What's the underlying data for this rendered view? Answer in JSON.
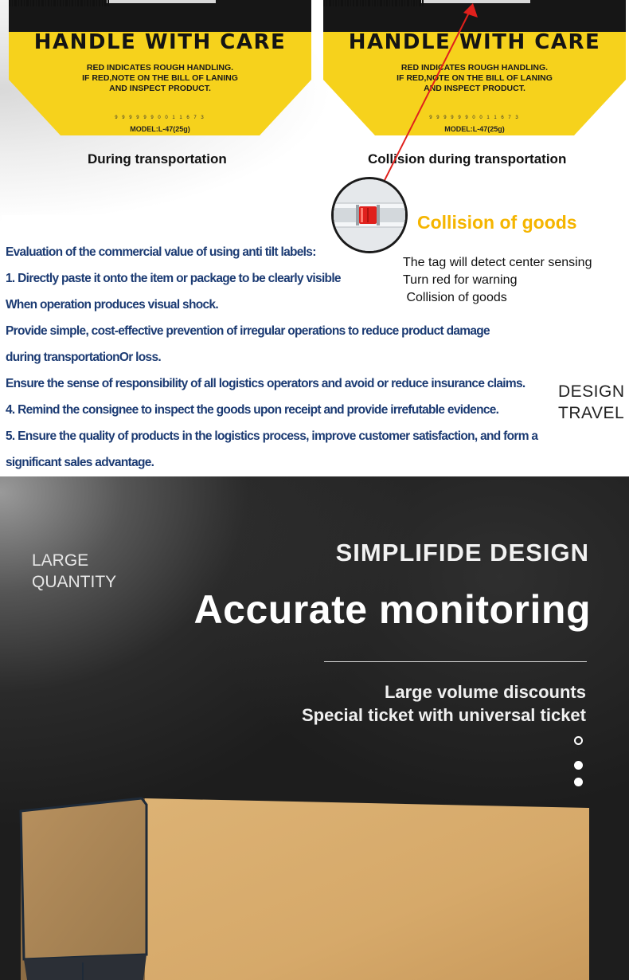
{
  "top": {
    "cards": [
      {
        "title": "HANDLE WITH CARE",
        "lines": [
          "RED INDICATES ROUGH HANDLING.",
          "IF RED,NOTE ON THE BILL OF LANING",
          "AND INSPECT PRODUCT."
        ],
        "barcode_number": "9 9 9 9 9 9 0 0 1 1 6 7 3",
        "model": "MODEL:L-47(25g)",
        "caption": "During transportation"
      },
      {
        "title": "HANDLE WITH CARE",
        "lines": [
          "RED INDICATES ROUGH HANDLING.",
          "IF RED,NOTE ON THE BILL OF LANING",
          "AND INSPECT PRODUCT."
        ],
        "barcode_number": "9 9 9 9 9 9 0 0 1 1 6 7 3",
        "model": "MODEL:L-47(25g)",
        "caption": "Collision during transportation"
      }
    ],
    "collision_title": "Collision of goods",
    "tag_note": [
      "The tag will detect center sensing",
      "Turn red for warning",
      " Collision of goods"
    ],
    "evaluation": [
      "Evaluation of the commercial value of using anti tilt labels:",
      "1. Directly paste it onto the item or package to be clearly visible",
      "When operation produces visual shock.",
      "Provide simple, cost-effective prevention of irregular operations to reduce product damage",
      "during transportationOr loss.",
      "Ensure the sense of responsibility of all logistics operators and avoid or reduce insurance claims.",
      "4. Remind the consignee to inspect the goods upon receipt and provide irrefutable evidence.",
      "5. Ensure the quality of products in the logistics process, improve customer satisfaction, and form a",
      "significant sales advantage."
    ],
    "design_travel": [
      "DESIGN",
      "TRAVEL"
    ]
  },
  "dark": {
    "large_quantity": [
      "LARGE",
      "QUANTITY"
    ],
    "subtitle": "SIMPLIFIDE DESIGN",
    "headline": "Accurate monitoring",
    "promo": [
      "Large volume discounts",
      "Special ticket with universal ticket"
    ]
  },
  "colors": {
    "label_yellow": "#f6d21c",
    "collision_yellow": "#f5b500",
    "evaluation_blue": "#1c3b73",
    "box_kraft": "#d4a86a",
    "indicator_red": "#e0201c"
  }
}
